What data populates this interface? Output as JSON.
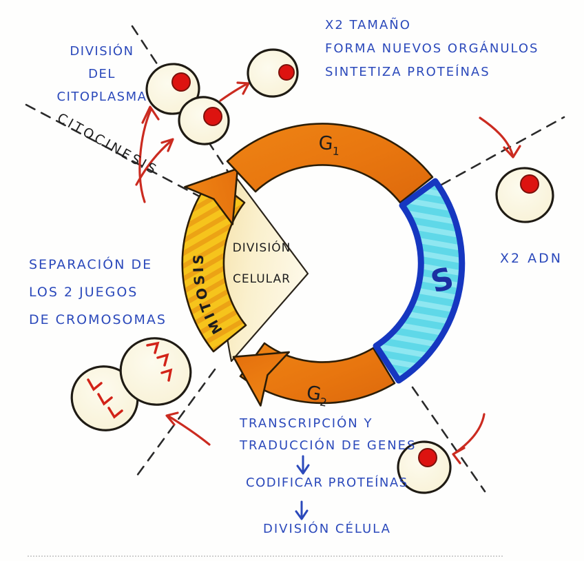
{
  "diagram": {
    "subject": "ciclo celular",
    "center_label": {
      "lines": [
        "DIVISIÓN",
        "CELULAR"
      ]
    },
    "phases": {
      "g1": {
        "base": "G",
        "sub": "1"
      },
      "s": {
        "label": "S"
      },
      "g2": {
        "base": "G",
        "sub": "2"
      },
      "mitosis": {
        "label": "MITOSIS"
      }
    },
    "annotations": {
      "cytokinesis_title": {
        "lines": [
          "DIVISIÓN",
          "DEL",
          "CITOPLASMA"
        ]
      },
      "cytokinesis_axis": "CITOCINESIS",
      "g1_notes": {
        "lines": [
          "X2 TAMAÑO",
          "FORMA NUEVOS ORGÁNULOS",
          "SINTETIZA PROTEÍNAS"
        ]
      },
      "s_note": "X2 ADN",
      "mitosis_notes": {
        "lines": [
          "SEPARACIÓN DE",
          "LOS 2 JUEGOS",
          "DE CROMOSOMAS"
        ]
      },
      "g2_flow": {
        "step1": {
          "lines": [
            "TRANSCRIPCIÓN Y",
            "TRADUCCIÓN DE GENES"
          ]
        },
        "step2": "CODIFICAR PROTEÍNAS",
        "step3": "DIVISIÓN CÉLULA"
      }
    },
    "colors": {
      "annotation_blue": "#2b49bb",
      "ink_black": "#1d1d1d",
      "arrow_red": "#cb2b20",
      "phase_orange": "#e8770f",
      "s_fill_cyan": "#5fd8e8",
      "s_border_blue": "#1637c0",
      "s_letter_blue": "#1b2fa2",
      "mitosis_yellow": "#f6c41c",
      "cell_fill": "#f9f3da",
      "nucleus_red": "#dd1310",
      "wedge_cream": "#faf0cd"
    }
  }
}
